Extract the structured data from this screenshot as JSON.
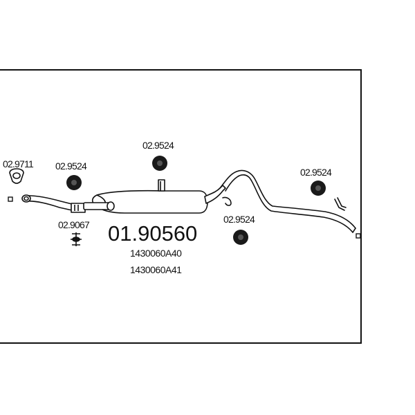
{
  "main_part": {
    "number": "01.90560",
    "oem_refs": [
      "1430060A40",
      "1430060A41"
    ]
  },
  "parts": [
    {
      "id": "p-29711",
      "label": "02.9711",
      "kind": "clamp-ring"
    },
    {
      "id": "p-29524-a",
      "label": "02.9524",
      "kind": "rubber-mount"
    },
    {
      "id": "p-29067",
      "label": "02.9067",
      "kind": "bolt-kit"
    },
    {
      "id": "p-29524-b",
      "label": "02.9524",
      "kind": "rubber-mount"
    },
    {
      "id": "p-29524-c",
      "label": "02.9524",
      "kind": "rubber-mount"
    },
    {
      "id": "p-29524-d",
      "label": "02.9524",
      "kind": "rubber-mount"
    }
  ],
  "colors": {
    "line": "#111111",
    "fill": "#ffffff",
    "mount": "#1a1a1a"
  }
}
